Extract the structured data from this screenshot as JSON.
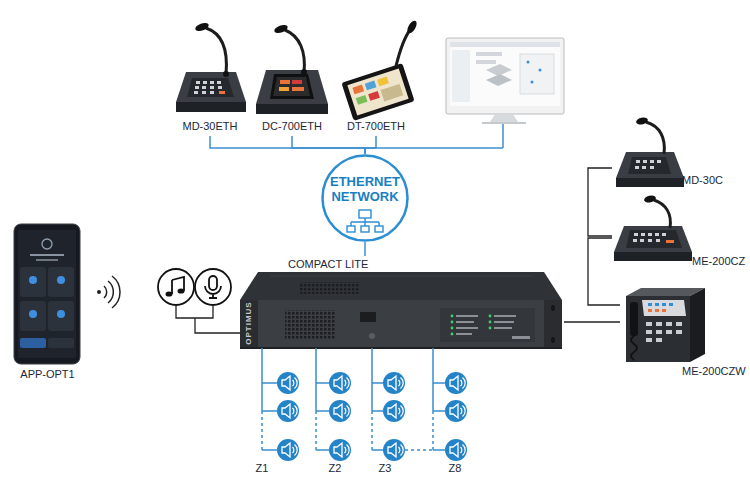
{
  "diagram": {
    "nodes": [
      {
        "text": [
          "MD-30ETH"
        ]
      },
      {
        "text": [
          "DC-700ETH"
        ]
      },
      {
        "text": [
          "DT-700ETH"
        ]
      },
      {
        "text": [
          "ETHERNET NETWORK"
        ]
      },
      {
        "text": [
          "APP-OPT1"
        ]
      },
      {
        "text": [
          "COMPACT LITE",
          "OPTIMUS"
        ]
      },
      {
        "text": [
          "MD-30C"
        ]
      },
      {
        "text": [
          "ME-200CZ"
        ]
      },
      {
        "text": [
          "ME-200CZW"
        ]
      }
    ],
    "edges": [
      {
        "from": 3,
        "to": 0,
        "arrow": "none"
      },
      {
        "from": 3,
        "to": 1,
        "arrow": "none"
      },
      {
        "from": 3,
        "to": 2,
        "arrow": "none"
      },
      {
        "from": 3,
        "to": 5,
        "arrow": "none"
      },
      {
        "from": 5,
        "to": 8,
        "arrow": "none"
      },
      {
        "from": 6,
        "to": 7,
        "arrow": "none"
      },
      {
        "from": 7,
        "to": 8,
        "arrow": "none"
      }
    ],
    "labels": [
      "Z1",
      "Z2",
      "Z3",
      "Z8"
    ]
  }
}
